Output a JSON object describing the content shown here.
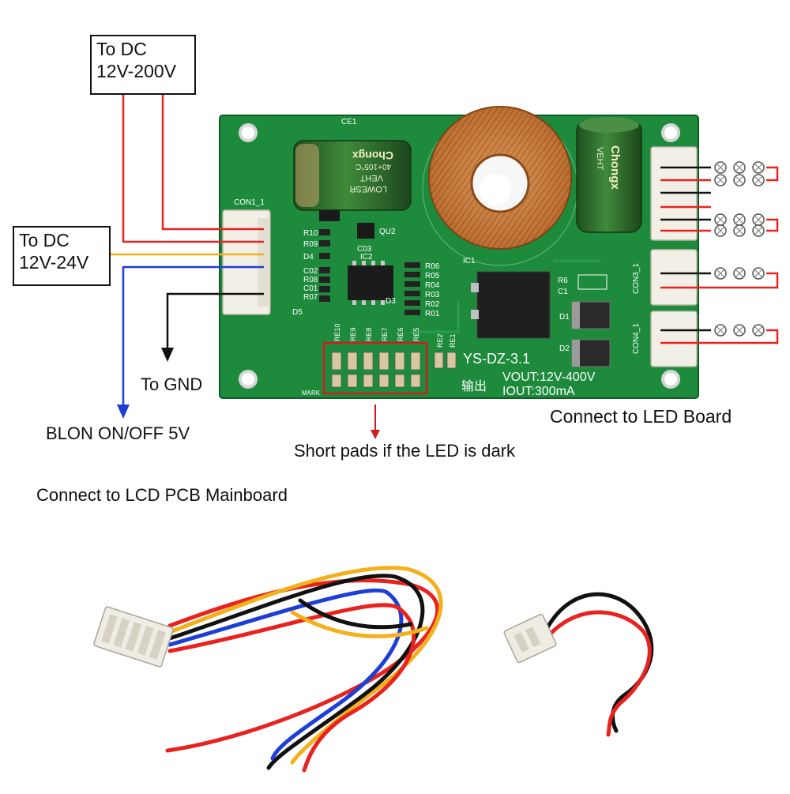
{
  "labels": {
    "dc_high_line1": "To DC",
    "dc_high_line2": "12V-200V",
    "dc_low_line1": "To DC",
    "dc_low_line2": "12V-24V",
    "to_gnd": "To GND",
    "blon": "BLON ON/OFF 5V",
    "short_pads": "Short pads if the LED is dark",
    "connect_led": "Connect to LED Board",
    "connect_lcd": "Connect to LCD PCB Mainboard"
  },
  "board": {
    "model": "YS-DZ-3.1",
    "vout": "VOUT:12V-400V",
    "iout": "IOUT:300mA",
    "output_cn": "输出",
    "mark": "MARK",
    "con1": "CON1_1",
    "con3": "CON3_1",
    "con4": "CON4_1",
    "ce1": "CE1",
    "qu2": "QU2",
    "ic1": "IC1",
    "ic2": "IC2",
    "d1": "D1",
    "d2": "D2",
    "d3": "D3",
    "d4": "D4",
    "d5": "D5",
    "r6": "R6",
    "c1": "C1",
    "left_parts": [
      "R10",
      "R09",
      "C03",
      "C02",
      "R08",
      "C01",
      "R07"
    ],
    "right_parts": [
      "R06",
      "R05",
      "R04",
      "R03",
      "R02",
      "R01"
    ],
    "pad_labels": [
      "RE10",
      "RE9",
      "RE8",
      "RE7",
      "RE6",
      "RE5"
    ],
    "re_labels": [
      "RE2",
      "RE1"
    ],
    "cap_brand": "Chongx",
    "cap_text": [
      "LOWESR",
      "VEHT",
      "40+105°C"
    ]
  },
  "colors": {
    "pcb": "#1d8a3c",
    "wire_red": "#e8221f",
    "wire_black": "#111111",
    "wire_yellow": "#f2b01a",
    "wire_blue": "#1d3fd6",
    "copper": "#c97a3a",
    "cap": "#2f6b2e",
    "highlight": "#cc1f1f"
  }
}
